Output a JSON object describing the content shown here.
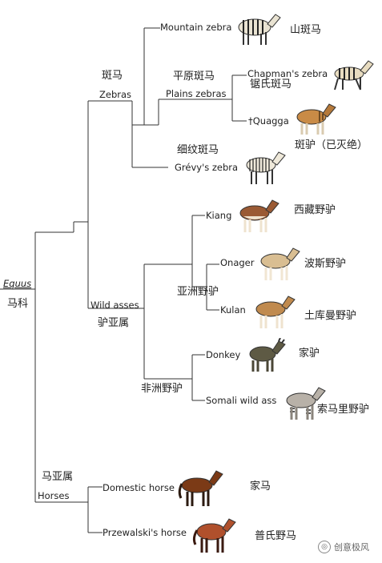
{
  "root": {
    "latin": "Equus",
    "cn": "马科"
  },
  "groups": {
    "zebras": {
      "cn": "斑马",
      "en": "Zebras"
    },
    "wild_asses": {
      "cn": "驴亚属",
      "en": "Wild asses"
    },
    "horses": {
      "cn": "马亚属",
      "en": "Horses"
    }
  },
  "subgroups": {
    "plains": {
      "cn": "平原斑马",
      "en": "Plains zebras"
    },
    "grevy": {
      "cn": "细纹斑马",
      "en": "Grévy's zebra"
    },
    "asian": {
      "cn": "亚洲野驴"
    },
    "african": {
      "cn": "非洲野驴"
    }
  },
  "species": {
    "mountain_zebra": {
      "en": "Mountain zebra",
      "cn": "山斑马"
    },
    "chapman": {
      "en": "Chapman's zebra",
      "cn": "锯氏斑马"
    },
    "quagga": {
      "en": "†Quagga",
      "cn": "斑驴（已灭绝）"
    },
    "kiang": {
      "en": "Kiang",
      "cn": "西藏野驴"
    },
    "onager": {
      "en": "Onager",
      "cn": "波斯野驴"
    },
    "kulan": {
      "en": "Kulan",
      "cn": "土库曼野驴"
    },
    "donkey": {
      "en": "Donkey",
      "cn": "家驴"
    },
    "somali": {
      "en": "Somali wild ass",
      "cn": "索马里野驴"
    },
    "domestic_horse": {
      "en": "Domestic horse",
      "cn": "家马"
    },
    "przewalski": {
      "en": "Przewalski's horse",
      "cn": "普氏野马"
    }
  },
  "watermark": "创意极风"
}
